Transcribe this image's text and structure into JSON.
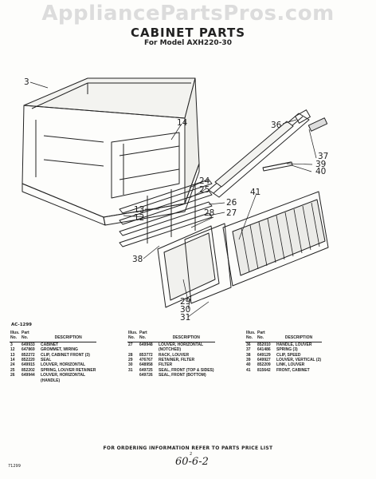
{
  "watermark": "AppliancePartsPros.com",
  "title": "CABINET PARTS",
  "subtitle": "For Model AXH220-30",
  "callouts": [
    "3",
    "14",
    "36",
    "37",
    "39",
    "40",
    "24",
    "25",
    "26",
    "27",
    "13",
    "12",
    "28",
    "41",
    "38",
    "29",
    "30",
    "31"
  ],
  "figure_code": "AC-1299",
  "table_headers": {
    "illus": "Illus.",
    "part": "Part",
    "no": "No.",
    "description": "DESCRIPTION"
  },
  "parts_columns": [
    [
      {
        "illus": "3",
        "part": "649933",
        "desc": "CABINET"
      },
      {
        "illus": "12",
        "part": "647869",
        "desc": "GROMMET, WIRING"
      },
      {
        "illus": "13",
        "part": "852272",
        "desc": "CLIP, CABINET FRONT (3)"
      },
      {
        "illus": "14",
        "part": "852220",
        "desc": "SEAL"
      },
      {
        "illus": "24",
        "part": "649915",
        "desc": "LOUVER, HORIZONTAL"
      },
      {
        "illus": "25",
        "part": "852202",
        "desc": "SPRING, LOUVER RETAINER"
      },
      {
        "illus": "26",
        "part": "649944",
        "desc": "LOUVER, HORIZONTAL"
      },
      {
        "illus": "",
        "part": "",
        "desc": "(HANDLE)"
      }
    ],
    [
      {
        "illus": "27",
        "part": "649948",
        "desc": "LOUVER, HORIZONTAL"
      },
      {
        "illus": "",
        "part": "",
        "desc": "(NOTCHED)"
      },
      {
        "illus": "28",
        "part": "853772",
        "desc": "RACK, LOUVER"
      },
      {
        "illus": "29",
        "part": "476767",
        "desc": "RETAINER, FILTER"
      },
      {
        "illus": "30",
        "part": "648958",
        "desc": "FILTER"
      },
      {
        "illus": "31",
        "part": "649725",
        "desc": "SEAL, FRONT (TOP & SIDES)"
      },
      {
        "illus": "",
        "part": "649726",
        "desc": "SEAL, FRONT (BOTTOM)"
      }
    ],
    [
      {
        "illus": "36",
        "part": "852010",
        "desc": "HANDLE, LOUVER"
      },
      {
        "illus": "37",
        "part": "641486",
        "desc": "SPRING (3)"
      },
      {
        "illus": "38",
        "part": "649129",
        "desc": "CLIP, SPEED"
      },
      {
        "illus": "39",
        "part": "649927",
        "desc": "LOUVER, VERTICAL (2)"
      },
      {
        "illus": "40",
        "part": "852209",
        "desc": "LINK, LOUVER"
      },
      {
        "illus": "41",
        "part": "815642",
        "desc": "FRONT, CABINET"
      }
    ]
  ],
  "footer": "FOR ORDERING INFORMATION REFER TO PARTS PRICE LIST",
  "page_mark": "2",
  "corner_code": "71299",
  "handwritten": "60-6-2"
}
